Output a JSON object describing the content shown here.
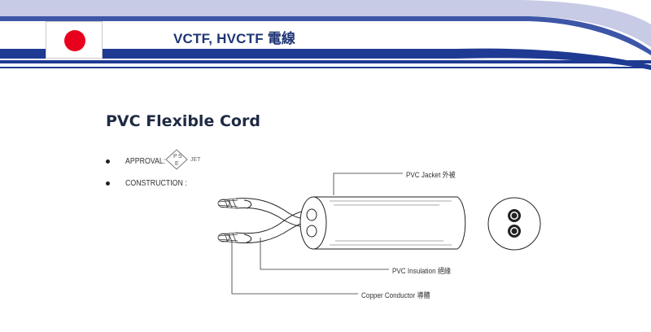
{
  "header": {
    "title": "VCTF, HVCTF  電線",
    "flag_icon": "japan-flag-icon",
    "accent_color": "#1f3a93",
    "light_band_color": "#c8cbe6"
  },
  "page": {
    "title": "PVC Flexible Cord"
  },
  "specs": {
    "approval_label": "APPROVAL:",
    "approval_marks": {
      "pse_letters": [
        "P",
        "S",
        "E"
      ],
      "jet": "JET"
    },
    "construction_label": "CONSTRUCTION :"
  },
  "diagram": {
    "callouts": {
      "jacket": "PVC Jacket 外被",
      "insulation": "PVC Insulation 絕緣",
      "conductor": "Copper Conductor 導體"
    }
  }
}
